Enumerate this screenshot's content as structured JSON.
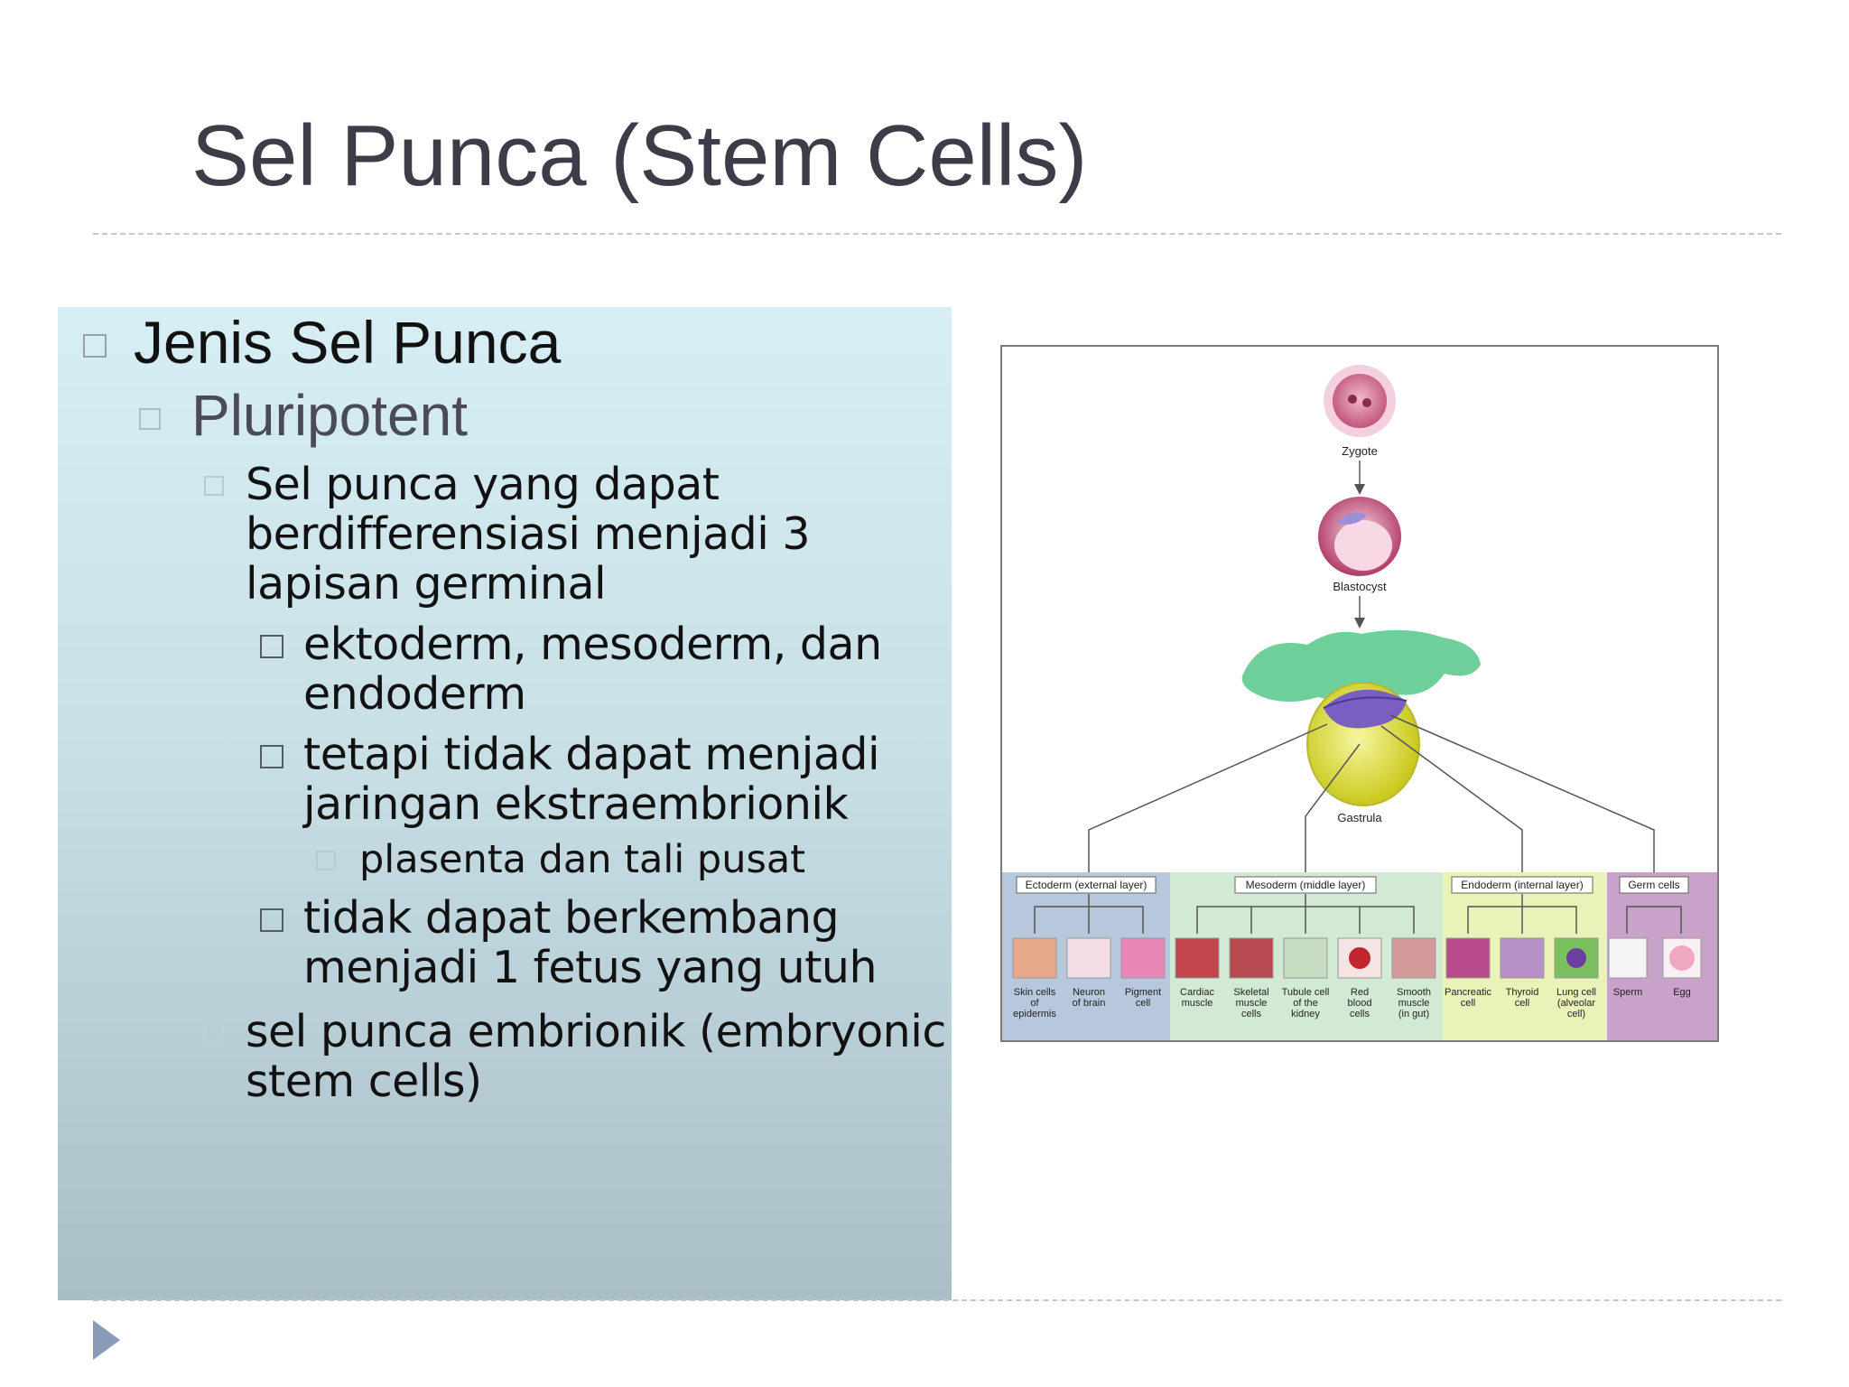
{
  "slide": {
    "title": "Sel Punca (Stem Cells)"
  },
  "bullets": {
    "level1": "Jenis Sel Punca",
    "level2": "Pluripotent",
    "item1": [
      "Sel punca yang dapat",
      "berdifferensiasi menjadi 3",
      "lapisan germinal"
    ],
    "sub1": [
      "ektoderm, mesoderm, dan",
      "endoderm"
    ],
    "sub2": [
      "tetapi tidak dapat menjadi",
      "jaringan ekstraembrionik"
    ],
    "sub2a": "plasenta dan tali pusat",
    "sub3": [
      "tidak dapat berkembang",
      "menjadi 1 fetus yang utuh"
    ],
    "item2": [
      "sel punca embrionik (embryonic",
      "stem cells)"
    ]
  },
  "figure": {
    "labels": {
      "zygote": "Zygote",
      "blastocyst": "Blastocyst",
      "gastrula": "Gastrula"
    },
    "layers": [
      "Ectoderm (external layer)",
      "Mesoderm (middle layer)",
      "Endoderm (internal layer)",
      "Germ cells"
    ],
    "cells": [
      [
        "Skin cells",
        "of",
        "epidermis"
      ],
      [
        "Neuron",
        "of brain"
      ],
      [
        "Pigment",
        "cell"
      ],
      [
        "Cardiac",
        "muscle"
      ],
      [
        "Skeletal",
        "muscle",
        "cells"
      ],
      [
        "Tubule cell",
        "of the",
        "kidney"
      ],
      [
        "Red",
        "blood",
        "cells"
      ],
      [
        "Smooth",
        "muscle",
        "(in gut)"
      ],
      [
        "Pancreatic",
        "cell"
      ],
      [
        "Thyroid",
        "cell"
      ],
      [
        "Lung cell",
        "(alveolar",
        "cell)"
      ],
      [
        "Sperm"
      ],
      [
        "Egg"
      ]
    ]
  },
  "colors": {
    "ectoderm_band": "#b8c8dc",
    "mesoderm_band": "#d2ead4",
    "endoderm_band": "#eaf2b8",
    "germ_band": "#c8a2c8",
    "panel_top": "#d6eef4",
    "panel_bottom": "#aabec8",
    "title": "#3d3d4a"
  }
}
